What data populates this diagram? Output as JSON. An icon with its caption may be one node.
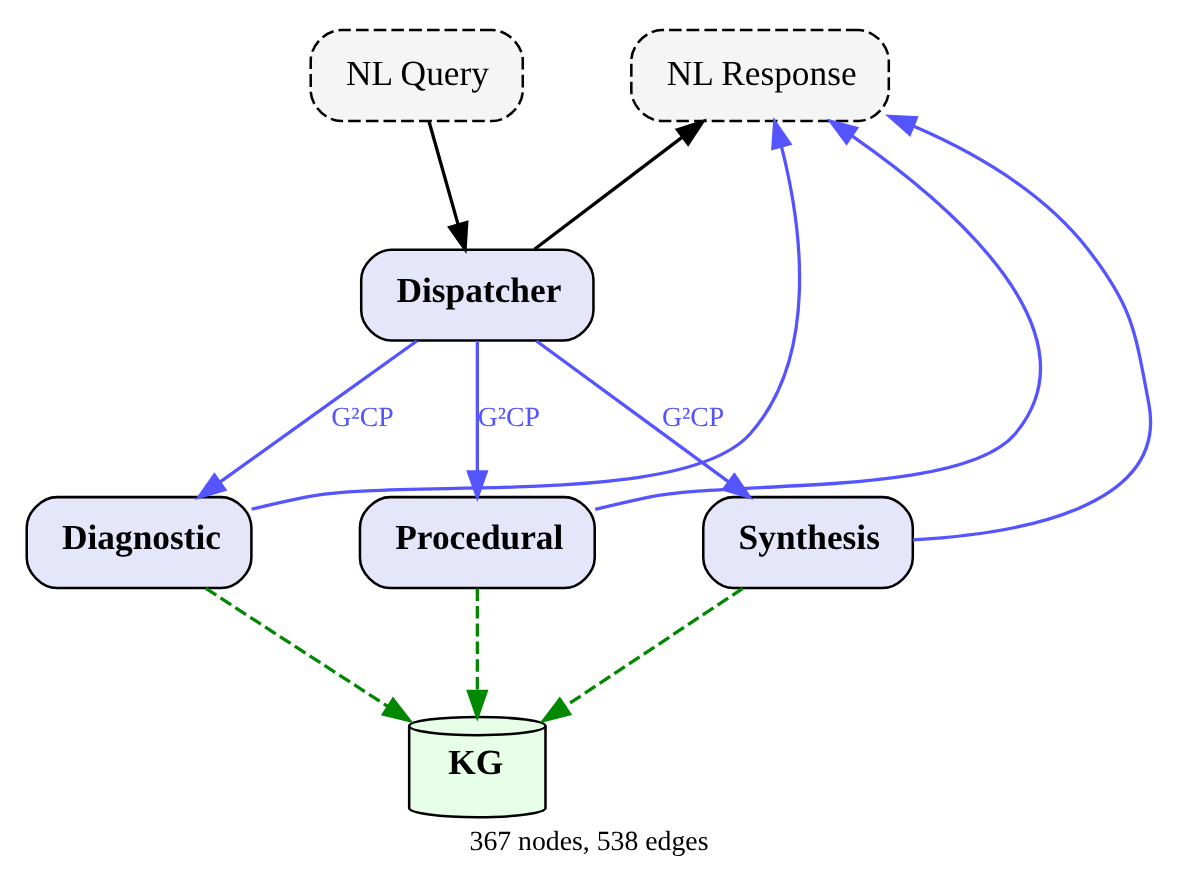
{
  "diagram": {
    "caption": "367 nodes, 538 edges",
    "nodes": [
      {
        "text": [
          "NL Query"
        ]
      },
      {
        "text": [
          "NL Response"
        ]
      },
      {
        "text": [
          "Dispatcher"
        ]
      },
      {
        "text": [
          "Diagnostic"
        ]
      },
      {
        "text": [
          "Procedural"
        ]
      },
      {
        "text": [
          "Synthesis"
        ]
      },
      {
        "text": [
          "KG"
        ]
      }
    ],
    "edges": [
      {
        "from": 0,
        "to": 2,
        "arrow": "to",
        "color": "#000000"
      },
      {
        "from": 2,
        "to": 1,
        "arrow": "to",
        "color": "#000000"
      },
      {
        "from": 2,
        "to": 3,
        "arrow": "to",
        "label": "G²CP"
      },
      {
        "from": 2,
        "to": 4,
        "arrow": "to",
        "label": "G²CP"
      },
      {
        "from": 2,
        "to": 5,
        "arrow": "to",
        "label": "G²CP"
      },
      {
        "from": 3,
        "to": 1,
        "arrow": "to"
      },
      {
        "from": 4,
        "to": 1,
        "arrow": "to"
      },
      {
        "from": 5,
        "to": 1,
        "arrow": "to"
      },
      {
        "from": 3,
        "to": 6,
        "arrow": "to",
        "style": "dashed",
        "color": "#008800"
      },
      {
        "from": 4,
        "to": 6,
        "arrow": "to",
        "style": "dashed",
        "color": "#008800"
      },
      {
        "from": 5,
        "to": 6,
        "arrow": "to",
        "style": "dashed",
        "color": "#008800"
      }
    ]
  }
}
